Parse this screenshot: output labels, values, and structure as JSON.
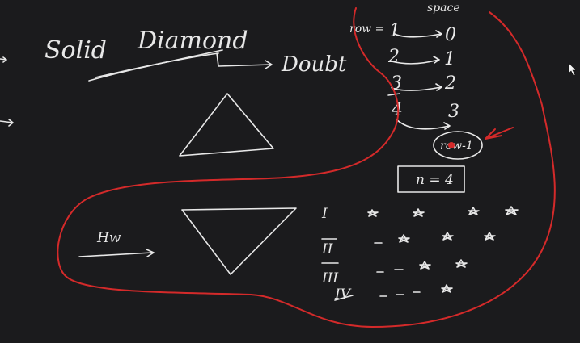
{
  "board": {
    "background": "#1b1b1d",
    "ink_color": "#e8e8e8",
    "marker_color": "#d42a2a"
  },
  "notes": {
    "title_word1": "Solid",
    "title_word2": "Diamond",
    "doubt": "Doubt",
    "hw": "Hw"
  },
  "table": {
    "row_header": "row =",
    "space_header": "space",
    "rows": [
      {
        "row": "1",
        "space": "0"
      },
      {
        "row": "2",
        "space": "1"
      },
      {
        "row": "3",
        "space": "2"
      },
      {
        "row": "4",
        "space": "3"
      }
    ],
    "formula": "row-1",
    "n_value": "n = 4"
  },
  "pattern": {
    "row_labels": [
      "I",
      "II",
      "III",
      "IV"
    ]
  }
}
